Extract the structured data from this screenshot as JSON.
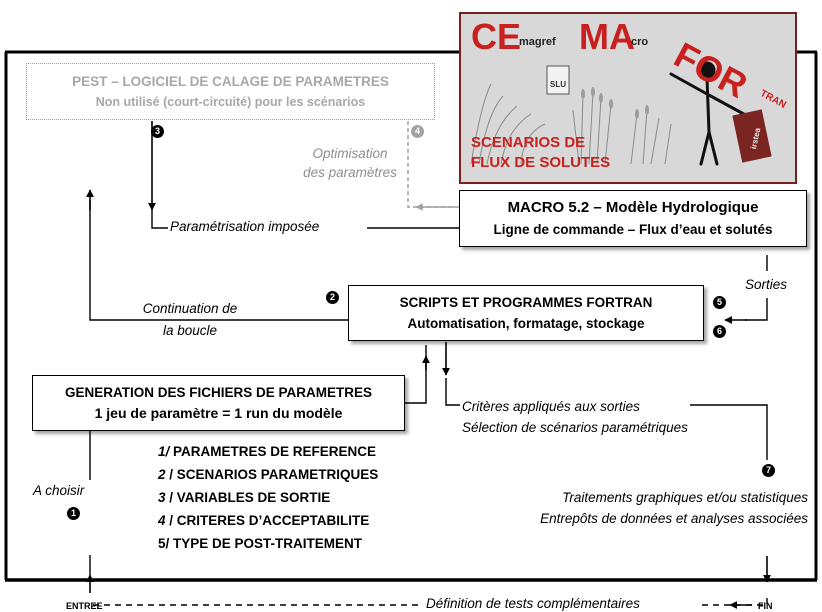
{
  "boxes": {
    "pest": {
      "title": "PEST – LOGICIEL DE CALAGE DE PARAMETRES",
      "subtitle": "Non utilisé (court-circuité) pour les scénarios"
    },
    "macro": {
      "title": "MACRO 5.2 – Modèle Hydrologique",
      "subtitle": "Ligne de commande – Flux d’eau et solutés"
    },
    "scripts": {
      "title": "SCRIPTS ET PROGRAMMES FORTRAN",
      "subtitle": "Automatisation, formatage, stockage"
    },
    "generation": {
      "title": "GENERATION DES FICHIERS DE PARAMETRES",
      "subtitle": "1 jeu de paramètre = 1 run du modèle"
    }
  },
  "labels": {
    "optimisation_1": "Optimisation",
    "optimisation_2": "des paramètres",
    "parametrisation": "Paramétrisation imposée",
    "continuation_1": "Continuation de",
    "continuation_2": "la boucle",
    "sorties": "Sorties",
    "criteres_1": "Critères appliqués aux sorties",
    "criteres_2": "Sélection de scénarios paramétriques",
    "a_choisir": "A choisir",
    "traitements_1": "Traitements graphiques et/ou statistiques",
    "traitements_2": "Entrepôts de données et analyses associées",
    "definition": "Définition de tests complémentaires",
    "entree": "ENTREE",
    "fin": "FIN"
  },
  "markers": {
    "m1": "1",
    "m2": "2",
    "m3": "3",
    "m4": "4",
    "m5": "5",
    "m6": "6",
    "m7": "7"
  },
  "list": [
    {
      "num": "1/",
      "text": " PARAMETRES DE REFERENCE"
    },
    {
      "num": "2",
      "text": " / SCENARIOS PARAMETRIQUES"
    },
    {
      "num": "3",
      "text": " / VARIABLES DE SORTIE"
    },
    {
      "num": "4",
      "text": " / CRITERES D’ACCEPTABILITE"
    },
    {
      "num": "",
      "text": "5/  TYPE DE POST-TRAITEMENT"
    }
  ],
  "logo": {
    "ce": "CE",
    "magref": "magref",
    "ma": "MA",
    "cro": "cro",
    "for": "FOR",
    "tran": "TRAN",
    "slu": "SLU",
    "irstea": "irstea",
    "scenarios": "SCENARIOS DE",
    "flux": "FLUX DE SOLUTES"
  },
  "colors": {
    "main": "#000000",
    "grey": "#a0a0a0",
    "logo_red": "#c8201f"
  }
}
